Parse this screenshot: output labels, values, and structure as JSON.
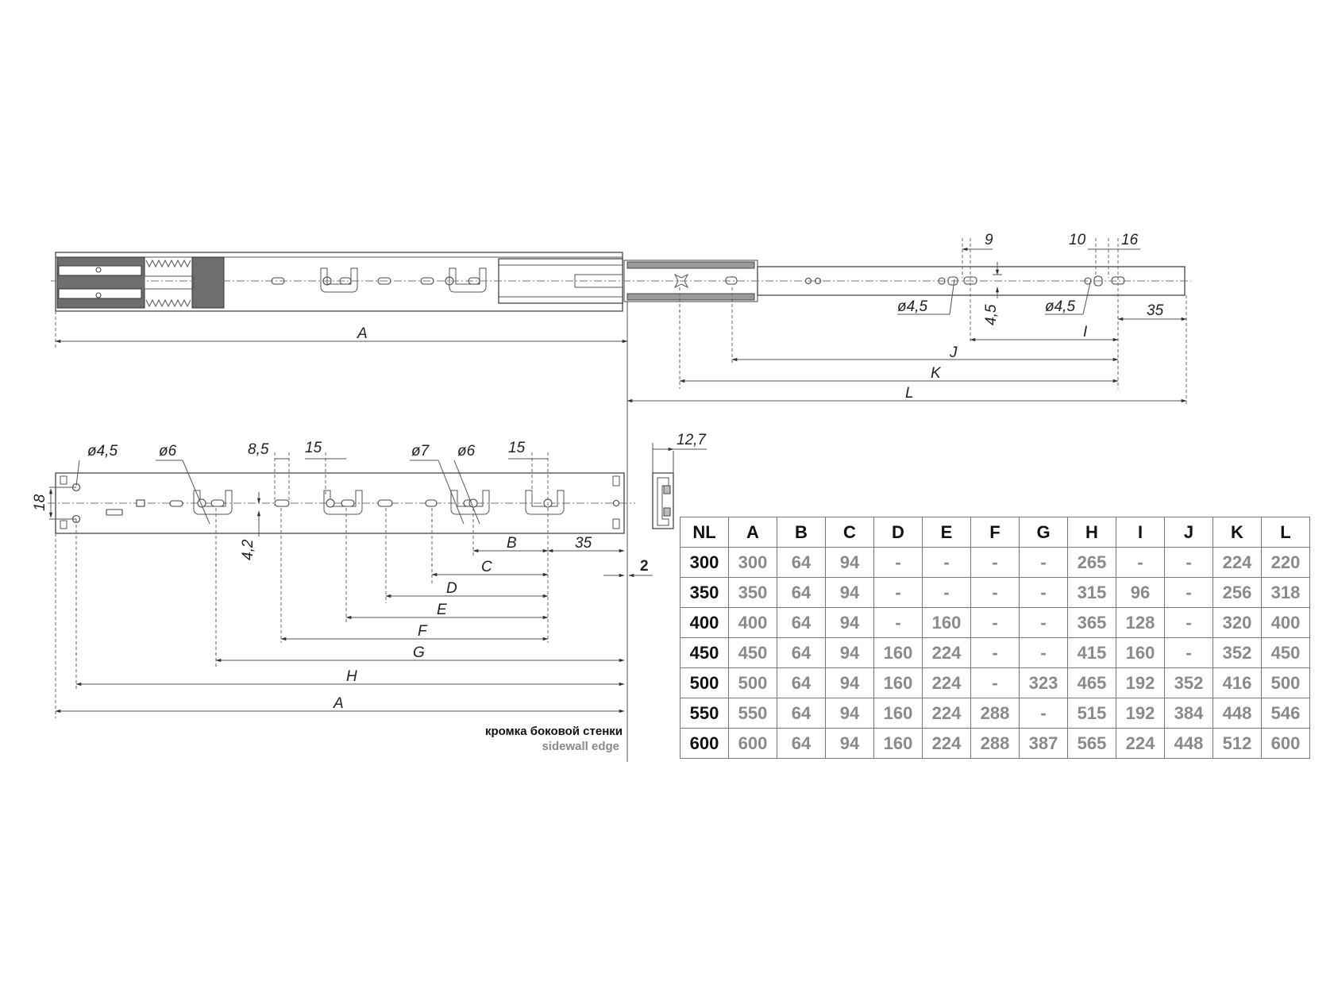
{
  "top_view": {
    "dims": {
      "A": "A",
      "L": "L",
      "K": "K",
      "J": "J",
      "I": "I",
      "d35": "35",
      "d9": "9",
      "d10": "10",
      "d16": "16",
      "d4_5": "4,5",
      "dia_a": "ø4,5",
      "dia_b": "ø4,5"
    }
  },
  "front_view": {
    "dims": {
      "dia45": "ø4,5",
      "dia6a": "ø6",
      "d8_5": "8,5",
      "d15a": "15",
      "dia7": "ø7",
      "dia6b": "ø6",
      "d15b": "15",
      "d18": "18",
      "d4_2": "4,2",
      "B": "B",
      "d35": "35",
      "C": "C",
      "D": "D",
      "E": "E",
      "F": "F",
      "G": "G",
      "H": "H",
      "A": "A",
      "d2": "2",
      "d12_7": "12,7"
    },
    "sidewall_ru": "кромка боковой стенки",
    "sidewall_en": "sidewall edge"
  },
  "table": {
    "headers": [
      "NL",
      "A",
      "B",
      "C",
      "D",
      "E",
      "F",
      "G",
      "H",
      "I",
      "J",
      "K",
      "L"
    ],
    "rows": [
      [
        "300",
        "300",
        "64",
        "94",
        "-",
        "-",
        "-",
        "-",
        "265",
        "-",
        "-",
        "224",
        "220"
      ],
      [
        "350",
        "350",
        "64",
        "94",
        "-",
        "-",
        "-",
        "-",
        "315",
        "96",
        "-",
        "256",
        "318"
      ],
      [
        "400",
        "400",
        "64",
        "94",
        "-",
        "160",
        "-",
        "-",
        "365",
        "128",
        "-",
        "320",
        "400"
      ],
      [
        "450",
        "450",
        "64",
        "94",
        "160",
        "224",
        "-",
        "-",
        "415",
        "160",
        "-",
        "352",
        "450"
      ],
      [
        "500",
        "500",
        "64",
        "94",
        "160",
        "224",
        "-",
        "323",
        "465",
        "192",
        "352",
        "416",
        "500"
      ],
      [
        "550",
        "550",
        "64",
        "94",
        "160",
        "224",
        "288",
        "-",
        "515",
        "192",
        "384",
        "448",
        "546"
      ],
      [
        "600",
        "600",
        "64",
        "94",
        "160",
        "224",
        "288",
        "387",
        "565",
        "224",
        "448",
        "512",
        "600"
      ]
    ]
  }
}
